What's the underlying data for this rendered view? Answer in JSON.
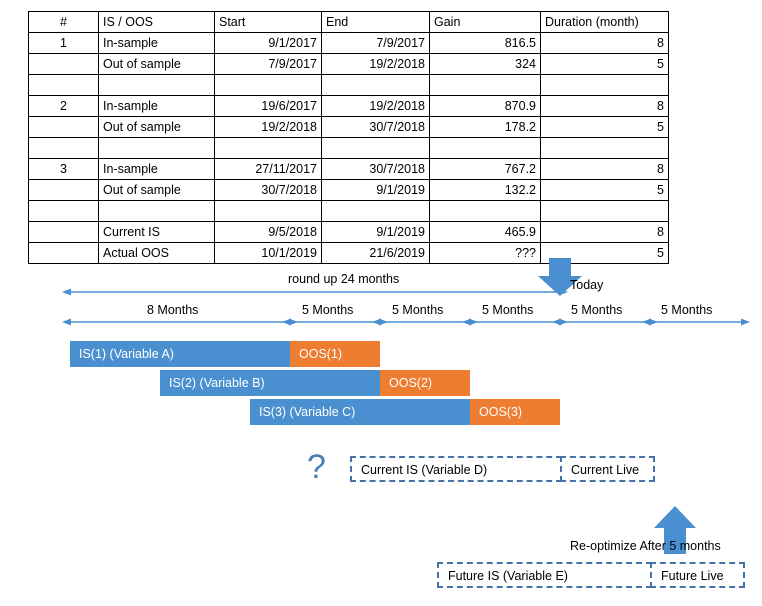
{
  "table": {
    "headers": [
      "#",
      "IS / OOS",
      "Start",
      "End",
      "Gain",
      "Duration (month)"
    ],
    "rows": [
      {
        "num": "1",
        "type": "In-sample",
        "start": "9/1/2017",
        "end": "7/9/2017",
        "gain": "816.5",
        "duration": "8"
      },
      {
        "num": "",
        "type": "Out of sample",
        "start": "7/9/2017",
        "end": "19/2/2018",
        "gain": "324",
        "duration": "5"
      },
      {
        "num": "",
        "type": "",
        "start": "",
        "end": "",
        "gain": "",
        "duration": ""
      },
      {
        "num": "2",
        "type": "In-sample",
        "start": "19/6/2017",
        "end": "19/2/2018",
        "gain": "870.9",
        "duration": "8"
      },
      {
        "num": "",
        "type": "Out of sample",
        "start": "19/2/2018",
        "end": "30/7/2018",
        "gain": "178.2",
        "duration": "5"
      },
      {
        "num": "",
        "type": "",
        "start": "",
        "end": "",
        "gain": "",
        "duration": ""
      },
      {
        "num": "3",
        "type": "In-sample",
        "start": "27/11/2017",
        "end": "30/7/2018",
        "gain": "767.2",
        "duration": "8"
      },
      {
        "num": "",
        "type": "Out of sample",
        "start": "30/7/2018",
        "end": "9/1/2019",
        "gain": "132.2",
        "duration": "5"
      },
      {
        "num": "",
        "type": "",
        "start": "",
        "end": "",
        "gain": "",
        "duration": ""
      },
      {
        "num": "",
        "type": "Current IS",
        "start": "9/5/2018",
        "end": "9/1/2019",
        "gain": "465.9",
        "duration": "8"
      },
      {
        "num": "",
        "type": "Actual OOS",
        "start": "10/1/2019",
        "end": "21/6/2019",
        "gain": "???",
        "duration": "5"
      }
    ]
  },
  "diagram": {
    "span_label": "round up 24 months",
    "today_label": "Today",
    "segments": [
      "8 Months",
      "5 Months",
      "5 Months",
      "5 Months",
      "5 Months",
      "5 Months"
    ],
    "bars": [
      {
        "label": "IS(1) (Variable A)",
        "color": "#4A90D0"
      },
      {
        "label": "OOS(1)",
        "color": "#ED7D31"
      },
      {
        "label": "IS(2) (Variable B)",
        "color": "#4A90D0"
      },
      {
        "label": "OOS(2)",
        "color": "#ED7D31"
      },
      {
        "label": "IS(3) (Variable C)",
        "color": "#4A90D0"
      },
      {
        "label": "OOS(3)",
        "color": "#ED7D31"
      }
    ],
    "question_mark": "?",
    "current_is": "Current IS (Variable D)",
    "current_live": "Current Live",
    "reoptimize_label": "Re-optimize After 5 months",
    "future_is": "Future IS (Variable E)",
    "future_live": "Future Live",
    "accent_blue": "#4A90D0",
    "accent_orange": "#ED7D31",
    "dash_blue": "#4472A8"
  }
}
